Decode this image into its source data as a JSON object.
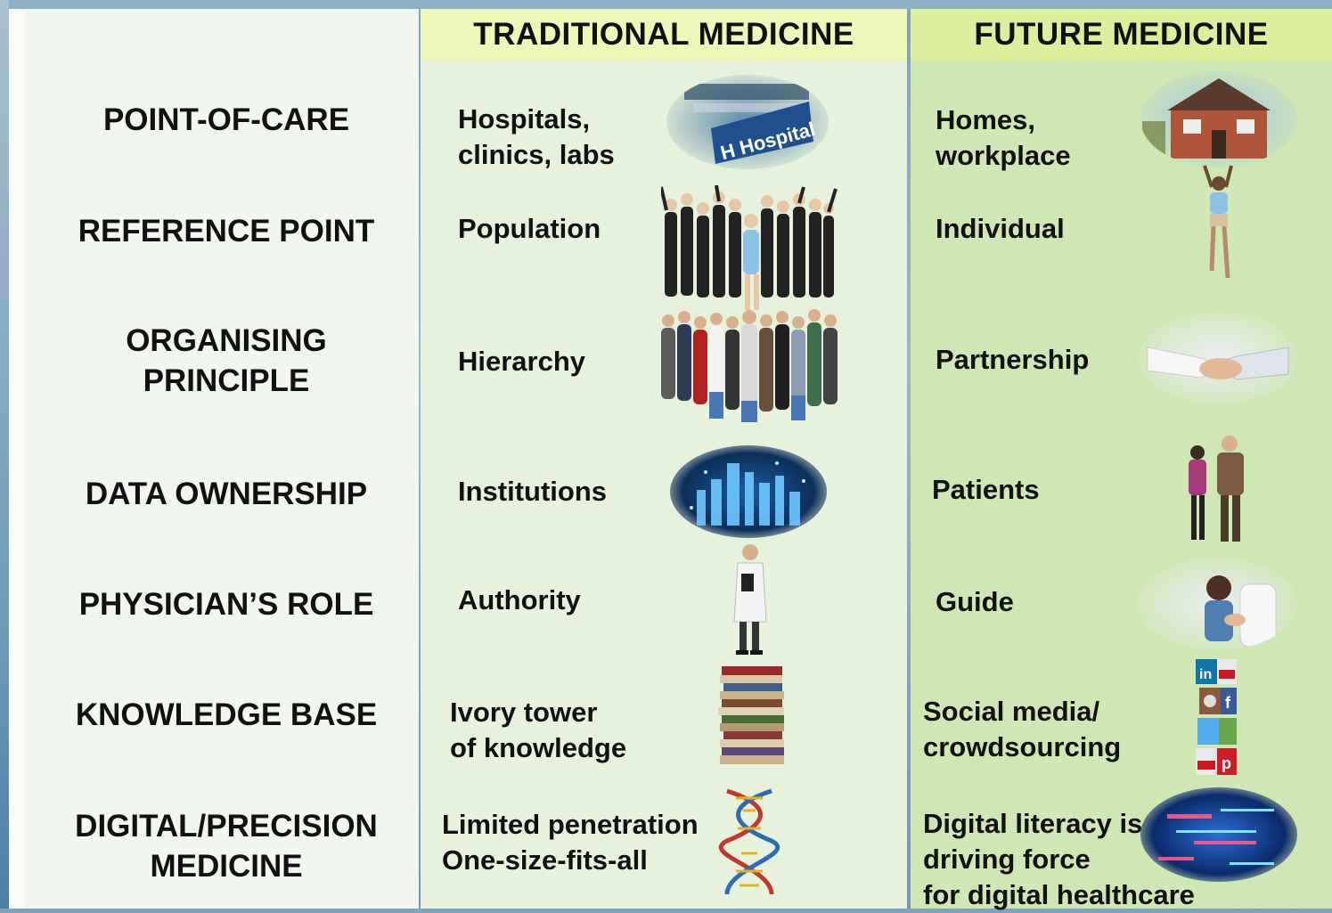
{
  "headers": {
    "traditional": "TRADITIONAL MEDICINE",
    "future": "FUTURE MEDICINE"
  },
  "rows": [
    {
      "label": [
        "POINT-OF-CARE"
      ],
      "traditional": [
        "Hospitals,",
        "clinics, labs"
      ],
      "future": [
        "Homes,",
        "workplace"
      ],
      "traditional_icon": "hospital-photo-icon",
      "future_icon": "house-photo-icon"
    },
    {
      "label": [
        "REFERENCE POINT"
      ],
      "traditional": [
        "Population"
      ],
      "future": [
        "Individual"
      ],
      "traditional_icon": "crowd-photo-icon",
      "future_icon": "person-jumping-icon"
    },
    {
      "label": [
        "ORGANISING",
        "PRINCIPLE"
      ],
      "traditional": [
        "Hierarchy"
      ],
      "future": [
        "Partnership"
      ],
      "traditional_icon": "group-people-icon",
      "future_icon": "handshake-icon"
    },
    {
      "label": [
        "DATA OWNERSHIP"
      ],
      "traditional": [
        "Institutions"
      ],
      "future": [
        "Patients"
      ],
      "traditional_icon": "city-data-icon",
      "future_icon": "patients-couple-icon"
    },
    {
      "label": [
        "PHYSICIAN’S ROLE"
      ],
      "traditional": [
        "Authority"
      ],
      "future": [
        "Guide"
      ],
      "traditional_icon": "doctor-icon",
      "future_icon": "doctor-patient-icon"
    },
    {
      "label": [
        "KNOWLEDGE BASE"
      ],
      "traditional": [
        "Ivory tower",
        "of knowledge"
      ],
      "future": [
        "Social media/",
        "crowdsourcing"
      ],
      "traditional_icon": "books-stack-icon",
      "future_icon": "social-media-cubes-icon"
    },
    {
      "label": [
        "DIGITAL/PRECISION",
        "MEDICINE"
      ],
      "traditional": [
        "Limited penetration",
        "One-size-fits-all"
      ],
      "future": [
        "Digital literacy is",
        "driving force",
        "for digital healthcare"
      ],
      "traditional_icon": "dna-helix-icon",
      "future_icon": "digital-lights-icon"
    }
  ],
  "image_text": {
    "hospital_sign": "H Hospital"
  }
}
